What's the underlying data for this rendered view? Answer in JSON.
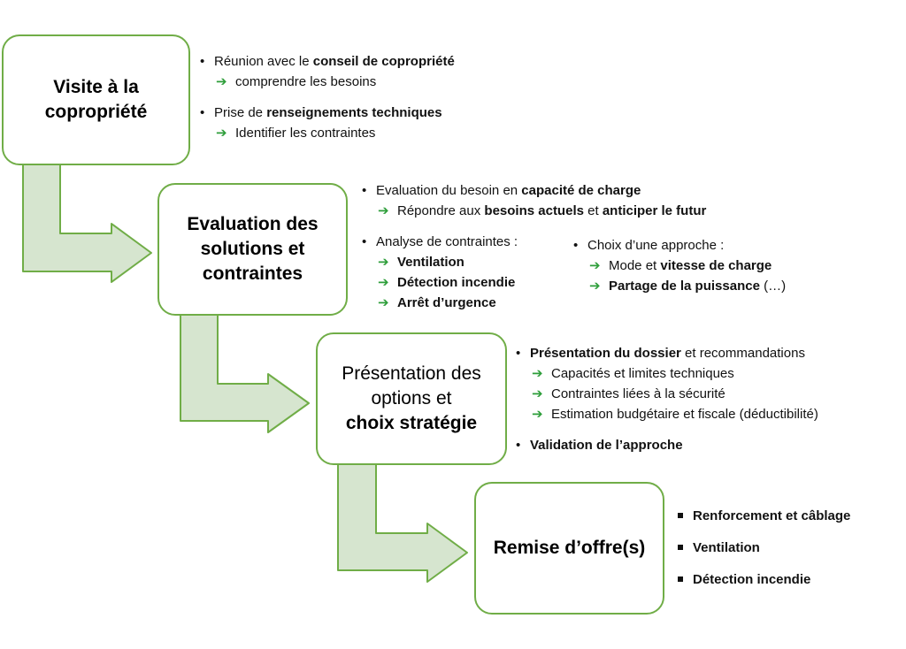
{
  "colors": {
    "box_border": "#70ad47",
    "arrow_fill": "#d6e5cf",
    "arrow_stroke": "#70ad47",
    "sub_arrow": "#2e9e3a"
  },
  "steps": [
    {
      "title_l1": "Visite à la",
      "title_l2": "copropriété"
    },
    {
      "title_l1": "Evaluation des",
      "title_l2": "solutions et",
      "title_l3": "contraintes"
    },
    {
      "title_l1": "Présentation des",
      "title_l2": "options et",
      "title_l3": "choix stratégie"
    },
    {
      "title_l1": "Remise d’offre(s)"
    }
  ],
  "notes1": {
    "b1_pre": "Réunion avec le ",
    "b1_bold": "conseil de copropriété",
    "b1_sub": "comprendre les besoins",
    "b2_pre": "Prise de ",
    "b2_bold": "renseignements techniques",
    "b2_sub": "Identifier les contraintes"
  },
  "notes2": {
    "b1_pre": "Evaluation du besoin en ",
    "b1_bold": "capacité de charge",
    "b1_sub_pre": "Répondre aux ",
    "b1_sub_bold1": "besoins actuels",
    "b1_sub_mid": " et ",
    "b1_sub_bold2": "anticiper le futur",
    "b2": "Analyse de contraintes :",
    "b2_subs": [
      "Ventilation",
      "Détection incendie",
      "Arrêt d’urgence"
    ],
    "b3": "Choix d’une approche :",
    "b3_sub1_pre": "Mode et ",
    "b3_sub1_bold": "vitesse de charge",
    "b3_sub2_bold": "Partage de la puissance",
    "b3_sub2_post": " (…)"
  },
  "notes3": {
    "b1_bold": "Présentation du dossier",
    "b1_post": " et recommandations",
    "b1_subs": [
      "Capacités et limites techniques",
      "Contraintes liées à la sécurité",
      "Estimation budgétaire et fiscale (déductibilité)"
    ],
    "b2_bold": "Validation de l’approche"
  },
  "notes4": {
    "items": [
      "Renforcement et câblage",
      "Ventilation",
      "Détection incendie"
    ]
  },
  "glyphs": {
    "bullet": "•",
    "sub_arrow": "➔"
  }
}
